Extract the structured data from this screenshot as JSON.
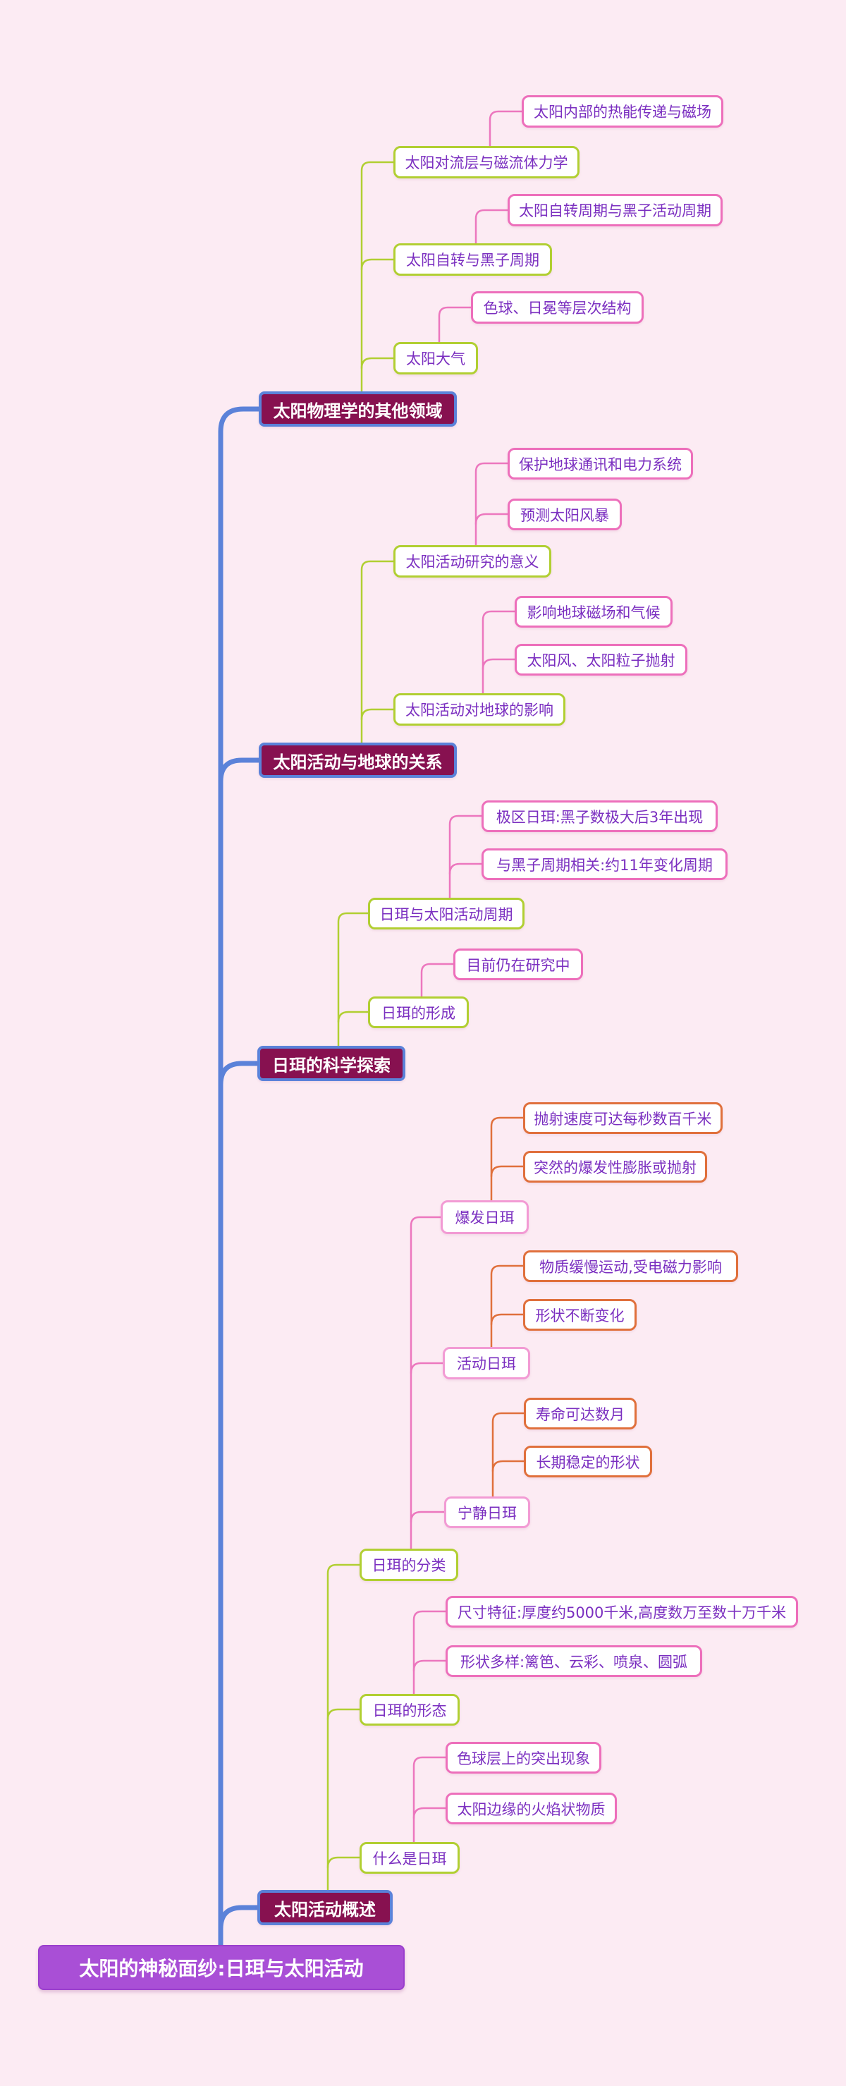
{
  "mindmap": {
    "root_label": "太阳的神秘面纱:日珥与太阳活动",
    "branches": [
      {
        "label": "太阳物理学的其他领域",
        "children": [
          {
            "label": "太阳对流层与磁流体力学",
            "children": [
              {
                "label": "太阳内部的热能传递与磁场"
              }
            ]
          },
          {
            "label": "太阳自转与黑子周期",
            "children": [
              {
                "label": "太阳自转周期与黑子活动周期"
              }
            ]
          },
          {
            "label": "太阳大气",
            "children": [
              {
                "label": "色球、日冕等层次结构"
              }
            ]
          }
        ]
      },
      {
        "label": "太阳活动与地球的关系",
        "children": [
          {
            "label": "太阳活动研究的意义",
            "children": [
              {
                "label": "保护地球通讯和电力系统"
              },
              {
                "label": "预测太阳风暴"
              }
            ]
          },
          {
            "label": "太阳活动对地球的影响",
            "children": [
              {
                "label": "影响地球磁场和气候"
              },
              {
                "label": "太阳风、太阳粒子抛射"
              }
            ]
          }
        ]
      },
      {
        "label": "日珥的科学探索",
        "children": [
          {
            "label": "日珥与太阳活动周期",
            "children": [
              {
                "label": "极区日珥:黑子数极大后3年出现"
              },
              {
                "label": "与黑子周期相关:约11年变化周期"
              }
            ]
          },
          {
            "label": "日珥的形成",
            "children": [
              {
                "label": "目前仍在研究中"
              }
            ]
          }
        ]
      },
      {
        "label": "太阳活动概述",
        "children": [
          {
            "label": "日珥的分类",
            "children": [
              {
                "label": "爆发日珥",
                "children": [
                  {
                    "label": "抛射速度可达每秒数百千米"
                  },
                  {
                    "label": "突然的爆发性膨胀或抛射"
                  }
                ]
              },
              {
                "label": "活动日珥",
                "children": [
                  {
                    "label": "物质缓慢运动,受电磁力影响"
                  },
                  {
                    "label": "形状不断变化"
                  }
                ]
              },
              {
                "label": "宁静日珥",
                "children": [
                  {
                    "label": "寿命可达数月"
                  },
                  {
                    "label": "长期稳定的形状"
                  }
                ]
              }
            ]
          },
          {
            "label": "日珥的形态",
            "children": [
              {
                "label": "尺寸特征:厚度约5000千米,高度数万至数十万千米"
              },
              {
                "label": "形状多样:篱笆、云彩、喷泉、圆弧"
              }
            ]
          },
          {
            "label": "什么是日珥",
            "children": [
              {
                "label": "色球层上的突出现象"
              },
              {
                "label": "太阳边缘的火焰状物质"
              }
            ]
          }
        ]
      }
    ],
    "colors": {
      "background": "#fcebf3",
      "root_fill": "#a94fd6",
      "main_topic_fill": "#871150",
      "spine_blue": "#5b82d9",
      "level2_border_green": "#b1cf32",
      "level3_border_pink": "#ed6fbb",
      "level3_soft_pink": "#f29bd4",
      "level4_border_orange": "#e0703c",
      "topic_text_purple": "#7b2fc0"
    }
  }
}
